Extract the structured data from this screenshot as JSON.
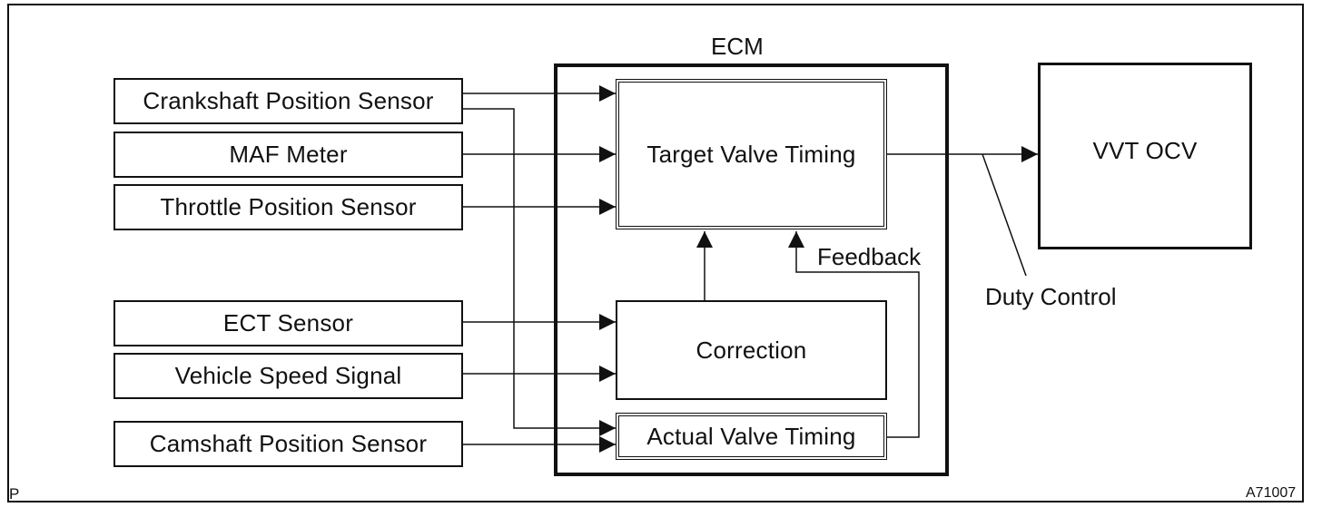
{
  "ecm_label": "ECM",
  "sensors": {
    "crankshaft": "Crankshaft Position Sensor",
    "maf": "MAF Meter",
    "throttle": "Throttle Position Sensor",
    "ect": "ECT Sensor",
    "vehicle_speed": "Vehicle Speed Signal",
    "camshaft": "Camshaft Position Sensor"
  },
  "blocks": {
    "target": "Target Valve Timing",
    "correction": "Correction",
    "actual": "Actual Valve Timing",
    "ocv": "VVT OCV"
  },
  "labels": {
    "feedback": "Feedback",
    "duty_control": "Duty Control",
    "corner_left": "P",
    "figure_code": "A71007"
  }
}
